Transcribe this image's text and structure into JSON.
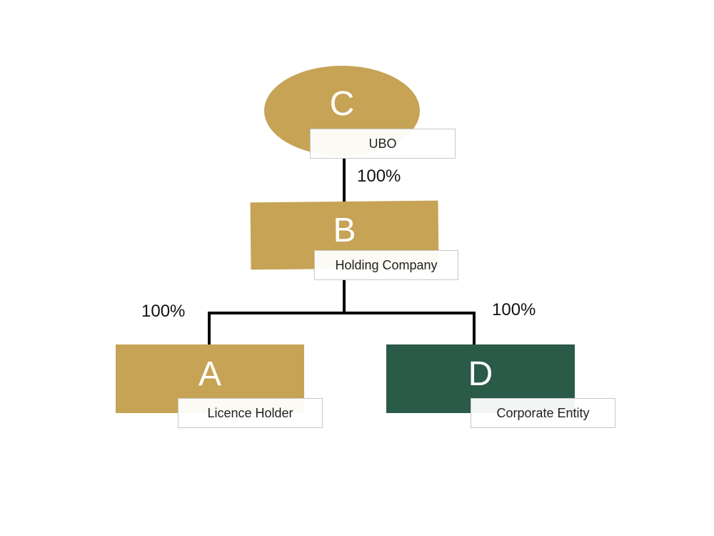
{
  "colors": {
    "gold": "#c6a355",
    "green": "#2a5a48",
    "line": "#000000"
  },
  "nodes": {
    "c": {
      "letter": "C",
      "label": "UBO",
      "shape": "ellipse",
      "color": "gold"
    },
    "b": {
      "letter": "B",
      "label": "Holding Company",
      "shape": "rectangle",
      "color": "gold"
    },
    "a": {
      "letter": "A",
      "label": "Licence Holder",
      "shape": "rectangle",
      "color": "gold"
    },
    "d": {
      "letter": "D",
      "label": "Corporate Entity",
      "shape": "rectangle",
      "color": "green"
    }
  },
  "edges": {
    "c_to_b": {
      "percent": "100%"
    },
    "b_to_a": {
      "percent": "100%"
    },
    "b_to_d": {
      "percent": "100%"
    }
  }
}
